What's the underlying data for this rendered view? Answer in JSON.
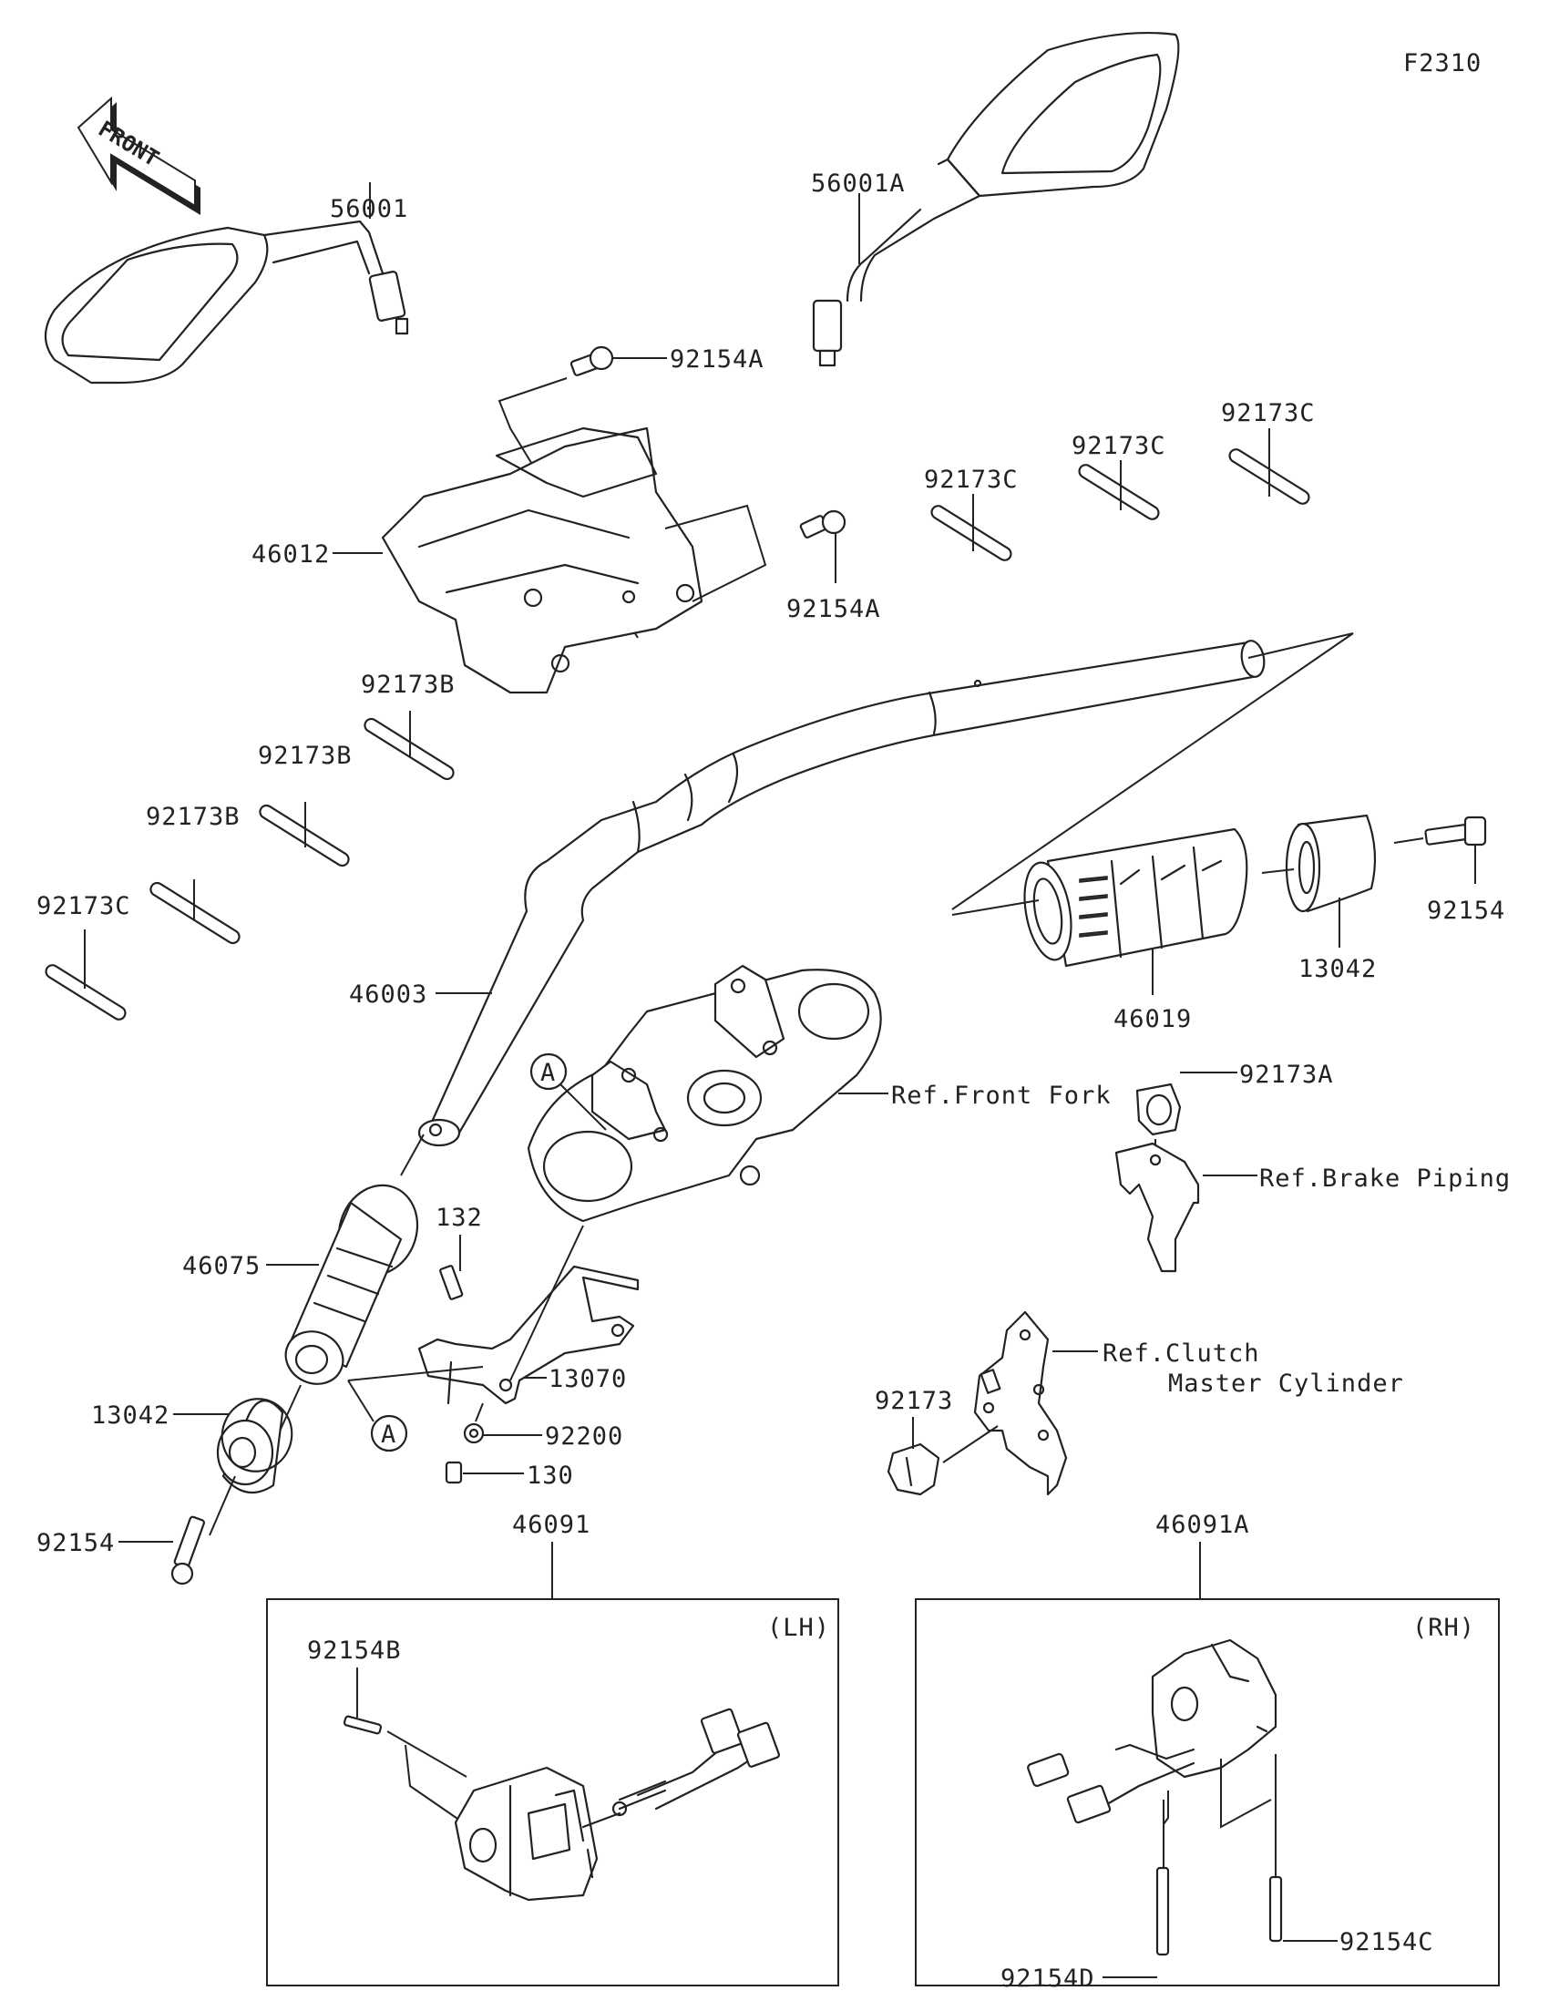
{
  "diagram_id": "F2310",
  "front_arrow": "FRONT",
  "labels": {
    "mirror_lh": "56001",
    "mirror_rh": "56001A",
    "bolt_holder_top": "92154A",
    "bolt_holder_side": "92154A",
    "holder": "46012",
    "band_c1": "92173C",
    "band_c2": "92173C",
    "band_c3": "92173C",
    "band_c4": "92173C",
    "band_b1": "92173B",
    "band_b2": "92173B",
    "band_b3": "92173B",
    "handlebar": "46003",
    "throttle_grip": "46019",
    "weight_rh": "13042",
    "bolt_rh": "92154",
    "clamp_a": "92173A",
    "ref_front_fork": "Ref.Front Fork",
    "ref_brake_piping": "Ref.Brake Piping",
    "grip_lh": "46075",
    "weight_lh": "13042",
    "bolt_lh": "92154",
    "bolt_132": "132",
    "bracket": "13070",
    "washer": "92200",
    "bolt_130": "130",
    "clamp": "92173",
    "ref_clutch_1": "Ref.Clutch",
    "ref_clutch_2": "Master Cylinder",
    "switch_lh": "46091",
    "switch_rh": "46091A",
    "screw_lh": "92154B",
    "screw_rh_c": "92154C",
    "screw_rh_d": "92154D",
    "side_lh": "(LH)",
    "side_rh": "(RH)",
    "callout_a": "A"
  }
}
